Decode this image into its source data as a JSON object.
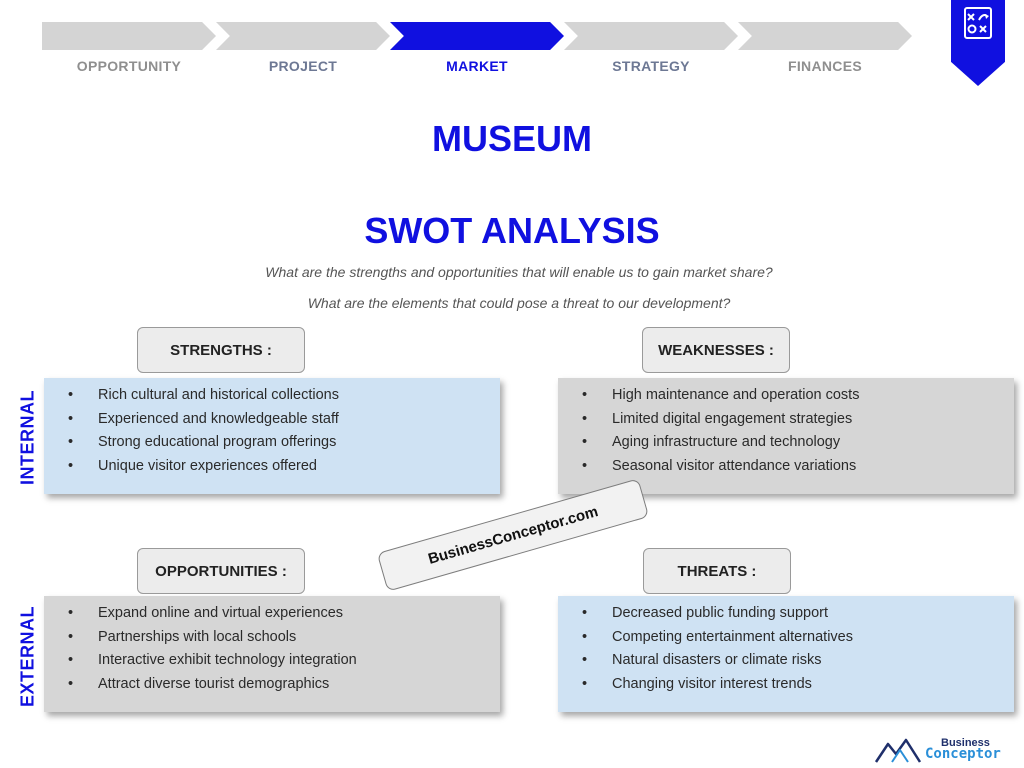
{
  "progress": {
    "steps": [
      "OPPORTUNITY",
      "PROJECT",
      "MARKET",
      "STRATEGY",
      "FINANCES"
    ],
    "active": "MARKET"
  },
  "ribbon_icon": "strategy-board-icon",
  "title": "MUSEUM",
  "subtitle": "SWOT ANALYSIS",
  "questions": [
    "What are the strengths and opportunities that will enable us to gain market share?",
    "What are the elements that could pose a threat to our development?"
  ],
  "side_labels": {
    "internal": "INTERNAL",
    "external": "EXTERNAL"
  },
  "quadrants": {
    "strengths": {
      "title": "STRENGTHS :",
      "items": [
        "Rich cultural and historical collections",
        "Experienced and knowledgeable staff",
        "Strong educational program offerings",
        "Unique visitor experiences offered"
      ]
    },
    "weaknesses": {
      "title": "WEAKNESSES :",
      "items": [
        "High maintenance and operation costs",
        "Limited digital engagement strategies",
        "Aging infrastructure and technology",
        "Seasonal visitor attendance variations"
      ]
    },
    "opportunities": {
      "title": "OPPORTUNITIES :",
      "items": [
        "Expand online and virtual experiences",
        "Partnerships with local schools",
        "Interactive exhibit technology integration",
        "Attract diverse tourist demographics"
      ]
    },
    "threats": {
      "title": "THREATS :",
      "items": [
        "Decreased public funding support",
        "Competing entertainment alternatives",
        "Natural disasters or climate risks",
        "Changing visitor interest trends"
      ]
    }
  },
  "watermark": "BusinessConceptor.com",
  "brand": {
    "line1": "Business",
    "line2": "Conceptor",
    "icon": "mountains-logo-icon"
  },
  "colors": {
    "accent": "#1010e0",
    "blue_box": "#cfe2f3",
    "grey_box": "#d6d6d6",
    "chevron": "#d4d4d4"
  }
}
